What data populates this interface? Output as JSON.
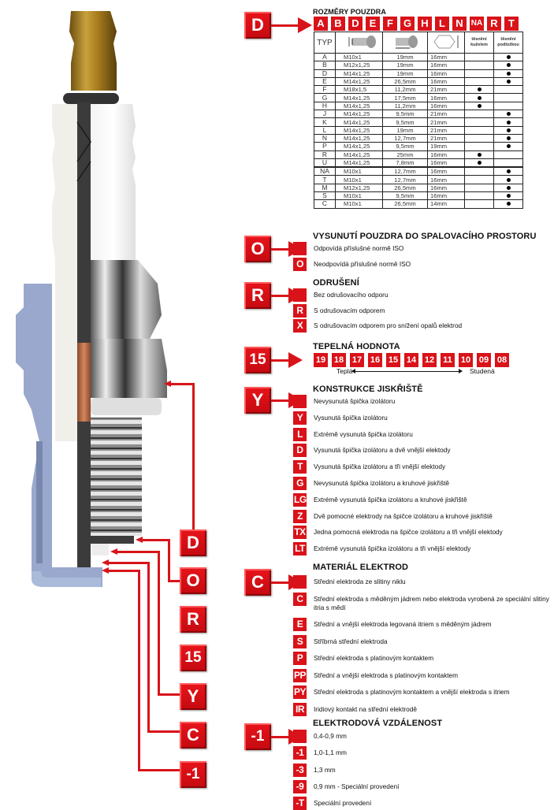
{
  "diagram": {
    "left_keys": [
      "D",
      "O",
      "R",
      "15",
      "Y",
      "C",
      "-1"
    ],
    "accent_color": "#d91319"
  },
  "section_d": {
    "key": "D",
    "title": "ROZMĚRY POUZDRA",
    "codes": [
      "A",
      "B",
      "D",
      "E",
      "F",
      "G",
      "H",
      "L",
      "N",
      "NA",
      "R",
      "T"
    ],
    "table": {
      "headers": [
        "TYP",
        "thread-icon",
        "reach-icon",
        "hex-icon",
        "těsnění kuželem",
        "těsnění podložkou"
      ],
      "rows": [
        {
          "typ": "A",
          "thread": "M10x1",
          "reach": "19mm",
          "hex": "16mm",
          "cone": false,
          "washer": true
        },
        {
          "typ": "B",
          "thread": "M12x1,25",
          "reach": "19mm",
          "hex": "16mm",
          "cone": false,
          "washer": true
        },
        {
          "typ": "D",
          "thread": "M14x1,25",
          "reach": "19mm",
          "hex": "16mm",
          "cone": false,
          "washer": true
        },
        {
          "typ": "E",
          "thread": "M14x1,25",
          "reach": "26,5mm",
          "hex": "16mm",
          "cone": false,
          "washer": true
        },
        {
          "typ": "F",
          "thread": "M18x1,5",
          "reach": "11,2mm",
          "hex": "21mm",
          "cone": true,
          "washer": false
        },
        {
          "typ": "G",
          "thread": "M14x1,25",
          "reach": "17,5mm",
          "hex": "16mm",
          "cone": true,
          "washer": false
        },
        {
          "typ": "H",
          "thread": "M14x1,25",
          "reach": "11,2mm",
          "hex": "16mm",
          "cone": true,
          "washer": false
        },
        {
          "typ": "J",
          "thread": "M14x1,25",
          "reach": "9,5mm",
          "hex": "21mm",
          "cone": false,
          "washer": true
        },
        {
          "typ": "K",
          "thread": "M14x1,25",
          "reach": "9,5mm",
          "hex": "21mm",
          "cone": false,
          "washer": true
        },
        {
          "typ": "L",
          "thread": "M14x1,25",
          "reach": "19mm",
          "hex": "21mm",
          "cone": false,
          "washer": true
        },
        {
          "typ": "N",
          "thread": "M14x1,25",
          "reach": "12,7mm",
          "hex": "21mm",
          "cone": false,
          "washer": true
        },
        {
          "typ": "P",
          "thread": "M14x1,25",
          "reach": "9,5mm",
          "hex": "19mm",
          "cone": false,
          "washer": true
        },
        {
          "typ": "R",
          "thread": "M14x1,25",
          "reach": "25mm",
          "hex": "16mm",
          "cone": true,
          "washer": false
        },
        {
          "typ": "U",
          "thread": "M14x1,25",
          "reach": "7,8mm",
          "hex": "16mm",
          "cone": true,
          "washer": false
        },
        {
          "typ": "NA",
          "thread": "M10x1",
          "reach": "12,7mm",
          "hex": "16mm",
          "cone": false,
          "washer": true
        },
        {
          "typ": "T",
          "thread": "M10x1",
          "reach": "12,7mm",
          "hex": "16mm",
          "cone": false,
          "washer": true
        },
        {
          "typ": "M",
          "thread": "M12x1,25",
          "reach": "26,5mm",
          "hex": "16mm",
          "cone": false,
          "washer": true
        },
        {
          "typ": "S",
          "thread": "M10x1",
          "reach": "9,5mm",
          "hex": "16mm",
          "cone": false,
          "washer": true
        },
        {
          "typ": "C",
          "thread": "M10x1",
          "reach": "26,5mm",
          "hex": "14mm",
          "cone": false,
          "washer": true
        }
      ]
    }
  },
  "section_o": {
    "key": "O",
    "title": "VYSUNUTÍ POUZDRA DO SPALOVACÍHO PROSTORU",
    "options": [
      {
        "code": "",
        "text": "Odpovídá příslušné normě ISO"
      },
      {
        "code": "O",
        "text": "Neodpovídá příslušné normě ISO"
      }
    ]
  },
  "section_r": {
    "key": "R",
    "title": "ODRUŠENÍ",
    "options": [
      {
        "code": "",
        "text": "Bez odrušovacího odporu"
      },
      {
        "code": "R",
        "text": "S odrušovacím odporem"
      },
      {
        "code": "X",
        "text": "S odrušovacím odporem pro snížení opalů elektrod"
      }
    ]
  },
  "section_15": {
    "key": "15",
    "title": "TEPELNÁ HODNOTA",
    "values": [
      "19",
      "18",
      "17",
      "16",
      "15",
      "14",
      "12",
      "11",
      "10",
      "09",
      "08"
    ],
    "scale_left": "Teplá",
    "scale_right": "Studená"
  },
  "section_y": {
    "key": "Y",
    "title": "KONSTRUKCE JISKŘIŠTĚ",
    "options": [
      {
        "code": "",
        "text": "Nevysunutá špička izolátoru"
      },
      {
        "code": "Y",
        "text": "Vysunutá špička izolátoru"
      },
      {
        "code": "L",
        "text": "Extrémě vysunutá špička izolátoru"
      },
      {
        "code": "D",
        "text": "Vysunutá špička izolátoru a dvě vnější elektody"
      },
      {
        "code": "T",
        "text": "Vysunutá špička izolátoru a tři vnější elektody"
      },
      {
        "code": "G",
        "text": "Nevysunutá špička izolátoru a kruhové jiskřiště"
      },
      {
        "code": "LG",
        "text": "Extrémě vysunutá špička izolátoru a kruhové jiskřiště"
      },
      {
        "code": "Z",
        "text": "Dvě pomocné elektrody na špičce izolátoru a kruhové jiskřiště"
      },
      {
        "code": "TX",
        "text": "Jedna pomocná elektroda na špičce izolátoru a tři vnější elektody"
      },
      {
        "code": "LT",
        "text": "Extrémě vysunutá špička izolátoru a tři vnější elektody"
      }
    ]
  },
  "section_c": {
    "key": "C",
    "title": "MATERIÁL ELEKTROD",
    "options": [
      {
        "code": "",
        "text": "Střední elektroda ze slitiny niklu"
      },
      {
        "code": "C",
        "text": "Střední elektroda s měděným jádrem nebo elektroda vyrobená ze speciální slitiny itria s mědí"
      },
      {
        "code": "E",
        "text": "Střední a vnější elektroda legovaná itriem s měděným jádrem"
      },
      {
        "code": "S",
        "text": "Stříbrná střední elektroda"
      },
      {
        "code": "P",
        "text": "Střední elektroda s platinovým kontaktem"
      },
      {
        "code": "PP",
        "text": "Střední a vnější elektroda s platinovým kontaktem"
      },
      {
        "code": "PY",
        "text": "Střední elektroda s platinovým kontaktem a vnější elektroda s itriem"
      },
      {
        "code": "IR",
        "text": "Iridiový kontakt na střední elektrodě"
      }
    ]
  },
  "section_gap": {
    "key": "-1",
    "title": "ELEKTRODOVÁ VZDÁLENOST",
    "options": [
      {
        "code": "",
        "text": "0,4-0,9 mm"
      },
      {
        "code": "-1",
        "text": "1,0-1,1 mm"
      },
      {
        "code": "-3",
        "text": "1,3 mm"
      },
      {
        "code": "-9",
        "text": "0,9 mm - Speciální provedení"
      },
      {
        "code": "-T",
        "text": "Speciální provedení"
      }
    ]
  }
}
